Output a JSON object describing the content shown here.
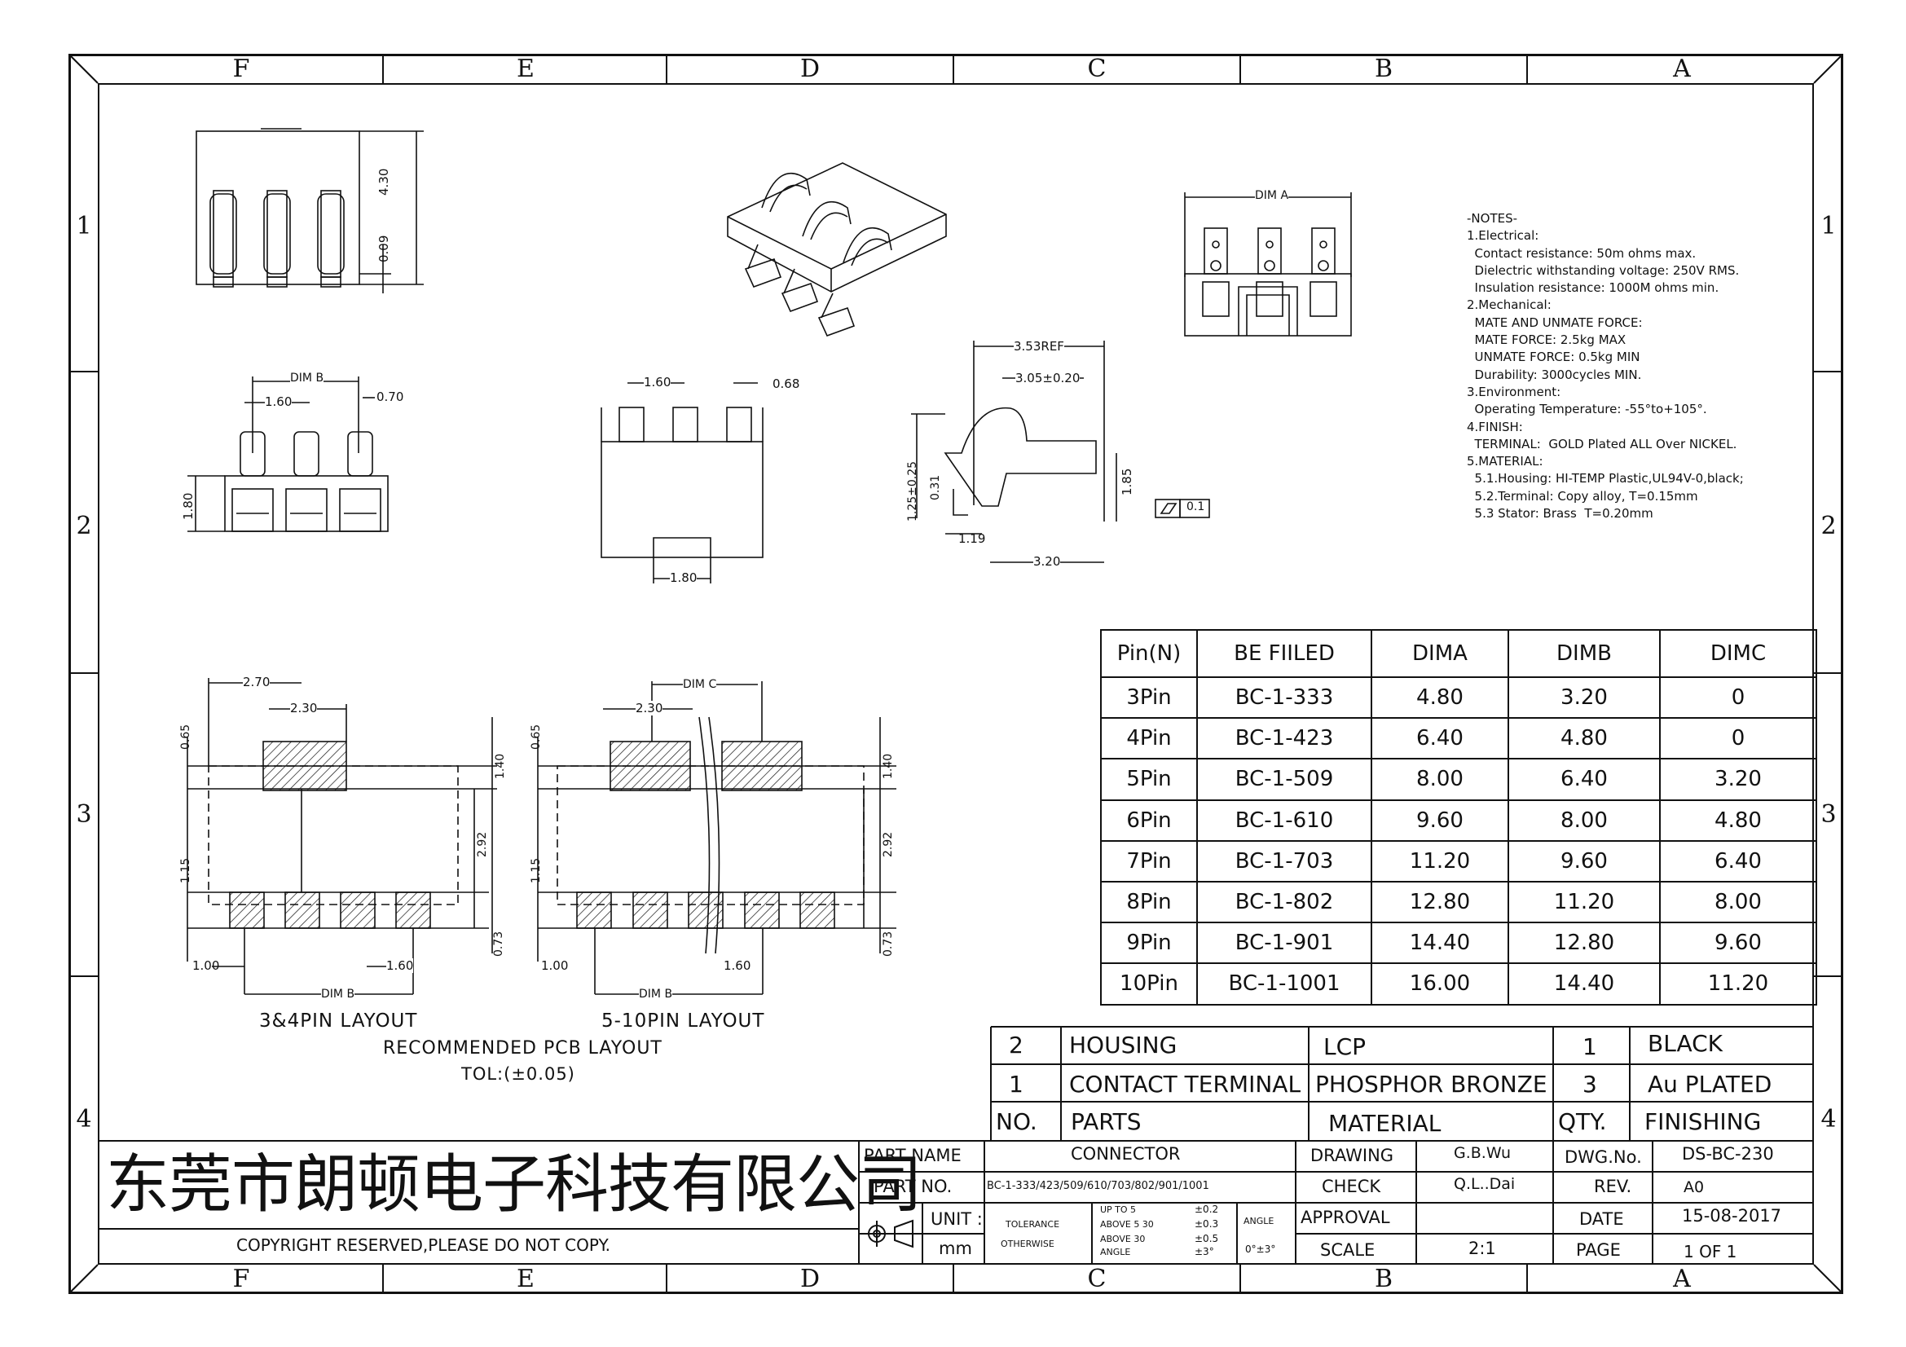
{
  "zones": {
    "columns": [
      "F",
      "E",
      "D",
      "C",
      "B",
      "A"
    ],
    "rows": [
      "1",
      "2",
      "3",
      "4"
    ]
  },
  "drawing": {
    "top_view_dims": {
      "height": "4.30",
      "small": "0.09"
    },
    "dim_a_label": "DIM A",
    "front_view_dims": {
      "dim_b": "DIM B",
      "pitch": "1.60",
      "width": "0.70",
      "height": "1.80"
    },
    "rear_view_dims": {
      "pitch": "1.60",
      "width": "0.68",
      "slot": "1.80"
    },
    "side_view_dims": {
      "ref": "3.53REF",
      "len": "3.05±0.20",
      "h1": "1.25±0.25",
      "h2": "0.31",
      "h3": "1.85",
      "x1": "1.19",
      "x2": "3.20",
      "flatness": "0.1"
    },
    "pcb_left_dims": {
      "w1": "2.70",
      "w2": "2.30",
      "t1": "0.65",
      "t2": "1.40",
      "m": "1.15",
      "tall": "2.92",
      "b": "0.73",
      "l": "1.00",
      "p": "1.60",
      "dimb": "DIM B"
    },
    "pcb_right_dims": {
      "dimc": "DIM C",
      "w2": "2.30",
      "t1": "0.65",
      "t2": "1.40",
      "m": "1.15",
      "tall": "2.92",
      "b": "0.73",
      "l": "1.00",
      "p": "1.60",
      "dimb": "DIM B"
    },
    "layout_captions": {
      "left": "3&4PIN LAYOUT",
      "right": "5-10PIN LAYOUT",
      "recommended": "RECOMMENDED PCB LAYOUT",
      "tolerance": "TOL:(±0.05)"
    }
  },
  "notes": [
    "-NOTES-",
    "1.Electrical:",
    "  Contact resistance: 50m ohms max.",
    "  Dielectric withstanding voltage: 250V RMS.",
    "  Insulation resistance: 1000M ohms min.",
    "2.Mechanical:",
    "  MATE AND UNMATE FORCE:",
    "  MATE FORCE: 2.5kg MAX",
    "  UNMATE FORCE: 0.5kg MIN",
    "  Durability: 3000cycles MIN.",
    "3.Environment:",
    "  Operating Temperature: -55°to+105°.",
    "4.FINISH:",
    "  TERMINAL:  GOLD Plated ALL Over NICKEL.",
    "5.MATERIAL:",
    "  5.1.Housing: HI-TEMP Plastic,UL94V-0,black;",
    "  5.2.Terminal: Copy alloy, T=0.15mm",
    "  5.3 Stator: Brass  T=0.20mm"
  ],
  "pin_table": {
    "headers": [
      "Pin(N)",
      "BE FIILED",
      "DIMA",
      "DIMB",
      "DIMC"
    ],
    "rows": [
      [
        "3Pin",
        "BC-1-333",
        "4.80",
        "3.20",
        "0"
      ],
      [
        "4Pin",
        "BC-1-423",
        "6.40",
        "4.80",
        "0"
      ],
      [
        "5Pin",
        "BC-1-509",
        "8.00",
        "6.40",
        "3.20"
      ],
      [
        "6Pin",
        "BC-1-610",
        "9.60",
        "8.00",
        "4.80"
      ],
      [
        "7Pin",
        "BC-1-703",
        "11.20",
        "9.60",
        "6.40"
      ],
      [
        "8Pin",
        "BC-1-802",
        "12.80",
        "11.20",
        "8.00"
      ],
      [
        "9Pin",
        "BC-1-901",
        "14.40",
        "12.80",
        "9.60"
      ],
      [
        "10Pin",
        "BC-1-1001",
        "16.00",
        "14.40",
        "11.20"
      ]
    ]
  },
  "bom": {
    "rows": [
      [
        "2",
        "HOUSING",
        "LCP",
        "1",
        "BLACK"
      ],
      [
        "1",
        "CONTACT TERMINAL",
        "PHOSPHOR BRONZE",
        "3",
        "Au PLATED"
      ]
    ],
    "headers": [
      "NO.",
      "PARTS",
      "MATERIAL",
      "QTY.",
      "FINISHING"
    ]
  },
  "title_block": {
    "company": "东莞市朗顿电子科技有限公司",
    "copyright": "COPYRIGHT RESERVED,PLEASE DO NOT COPY.",
    "part_name_label": "PART NAME",
    "part_name": "CONNECTOR",
    "part_no_label": "PART NO.",
    "part_no": "BC-1-333/423/509/610/703/802/901/1001",
    "unit_label": "UNIT :",
    "unit": "mm",
    "tolerance_label": "TOLERANCE",
    "otherwise_label": "OTHERWISE",
    "tol_rows": [
      [
        "UP TO 5",
        "±0.2"
      ],
      [
        "ABOVE 5  30",
        "±0.3"
      ],
      [
        "ABOVE 30",
        "±0.5"
      ],
      [
        "ANGLE",
        "±3°"
      ]
    ],
    "angle_label": "ANGLE",
    "angle_value": "0°±3°",
    "drawing_label": "DRAWING",
    "drawing": "G.B.Wu",
    "check_label": "CHECK",
    "check": "Q.L..Dai",
    "approval_label": "APPROVAL",
    "approval": "",
    "scale_label": "SCALE",
    "scale": "2:1",
    "dwg_no_label": "DWG.No.",
    "dwg_no": "DS-BC-230",
    "rev_label": "REV.",
    "rev": "A0",
    "date_label": "DATE",
    "date": "15-08-2017",
    "page_label": "PAGE",
    "page": "1 OF 1"
  }
}
